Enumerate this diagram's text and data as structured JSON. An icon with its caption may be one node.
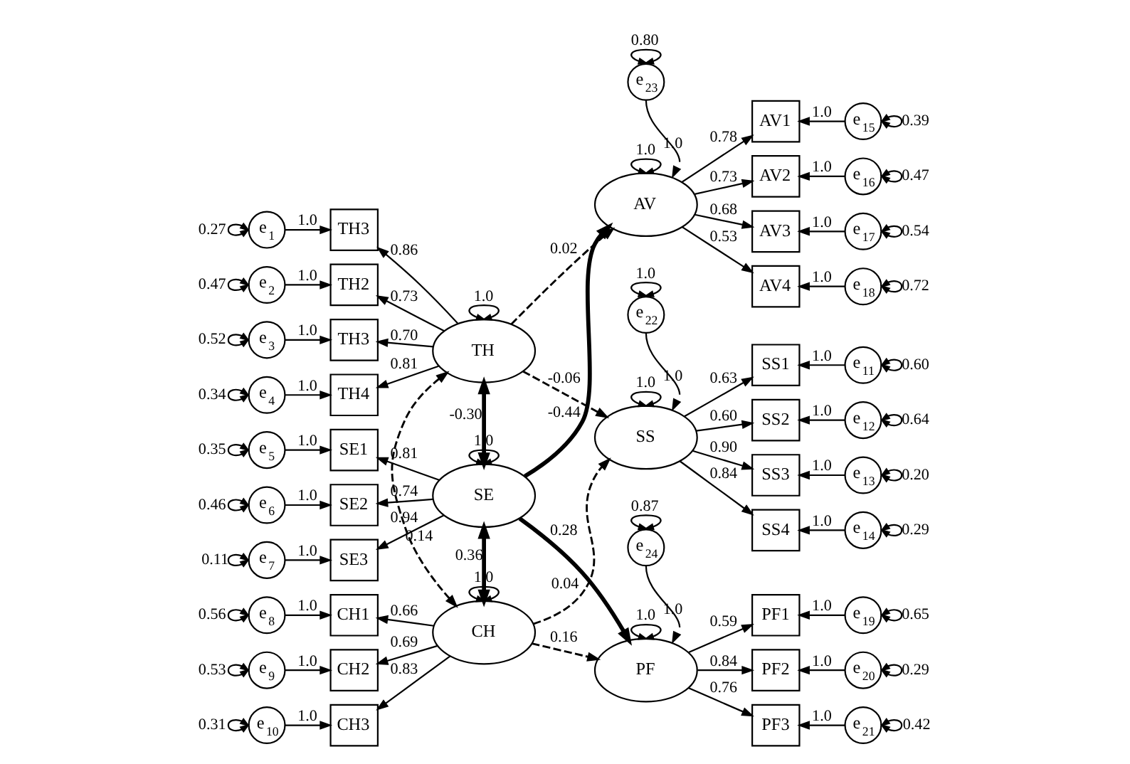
{
  "diagram": {
    "nodes": [
      {
        "text": [
          "e$_{1}$"
        ]
      },
      {
        "text": [
          "e$_{2}$"
        ]
      },
      {
        "text": [
          "e$_{3}$"
        ]
      },
      {
        "text": [
          "e$_{4}$"
        ]
      },
      {
        "text": [
          "e$_{5}$"
        ]
      },
      {
        "text": [
          "e$_{6}$"
        ]
      },
      {
        "text": [
          "e$_{7}$"
        ]
      },
      {
        "text": [
          "e$_{8}$"
        ]
      },
      {
        "text": [
          "e$_{9}$"
        ]
      },
      {
        "text": [
          "e$_{10}$"
        ]
      },
      {
        "text": [
          "TH3"
        ]
      },
      {
        "text": [
          "TH2"
        ]
      },
      {
        "text": [
          "TH3"
        ]
      },
      {
        "text": [
          "TH4"
        ]
      },
      {
        "text": [
          "SE1"
        ]
      },
      {
        "text": [
          "SE2"
        ]
      },
      {
        "text": [
          "SE3"
        ]
      },
      {
        "text": [
          "CH1"
        ]
      },
      {
        "text": [
          "CH2"
        ]
      },
      {
        "text": [
          "CH3"
        ]
      },
      {
        "text": [
          "TH"
        ]
      },
      {
        "text": [
          "SE"
        ]
      },
      {
        "text": [
          "CH"
        ]
      },
      {
        "text": [
          "e$_{22}$"
        ]
      },
      {
        "text": [
          "e$_{23}$"
        ]
      },
      {
        "text": [
          "e$_{24}$"
        ]
      },
      {
        "text": [
          "SS"
        ]
      },
      {
        "text": [
          "AV"
        ]
      },
      {
        "text": [
          "PF"
        ]
      },
      {
        "text": [
          "SS1"
        ]
      },
      {
        "text": [
          "SS2"
        ]
      },
      {
        "text": [
          "SS3"
        ]
      },
      {
        "text": [
          "SS4"
        ]
      },
      {
        "text": [
          "AV1"
        ]
      },
      {
        "text": [
          "AV2"
        ]
      },
      {
        "text": [
          "AV3"
        ]
      },
      {
        "text": [
          "AV4"
        ]
      },
      {
        "text": [
          "PF1"
        ]
      },
      {
        "text": [
          "PF2"
        ]
      },
      {
        "text": [
          "PF3"
        ]
      },
      {
        "text": [
          "e$_{11}$"
        ]
      },
      {
        "text": [
          "e$_{12}$"
        ]
      },
      {
        "text": [
          "e$_{13}$"
        ]
      },
      {
        "text": [
          "e$_{14}$"
        ]
      },
      {
        "text": [
          "e$_{15}$"
        ]
      },
      {
        "text": [
          "e$_{16}$"
        ]
      },
      {
        "text": [
          "e$_{17}$"
        ]
      },
      {
        "text": [
          "e$_{18}$"
        ]
      },
      {
        "text": [
          "e$_{19}$"
        ]
      },
      {
        "text": [
          "e$_{20}$"
        ]
      },
      {
        "text": [
          "e$_{21}$"
        ]
      }
    ],
    "edges": [
      {
        "from": 0,
        "to": 0,
        "arrow": "both",
        "label": "0.27"
      },
      {
        "from": 0,
        "to": 10,
        "arrow": "to",
        "label": "1.0"
      },
      {
        "from": 1,
        "to": 1,
        "arrow": "both",
        "label": "0.47"
      },
      {
        "from": 1,
        "to": 11,
        "arrow": "to",
        "label": "1.0"
      },
      {
        "from": 2,
        "to": 2,
        "arrow": "both",
        "label": "0.52"
      },
      {
        "from": 2,
        "to": 12,
        "arrow": "to",
        "label": "1.0"
      },
      {
        "from": 3,
        "to": 3,
        "arrow": "both",
        "label": "0.34"
      },
      {
        "from": 3,
        "to": 13,
        "arrow": "to",
        "label": "1.0"
      },
      {
        "from": 4,
        "to": 4,
        "arrow": "both",
        "label": "0.35"
      },
      {
        "from": 4,
        "to": 14,
        "arrow": "to",
        "label": "1.0"
      },
      {
        "from": 5,
        "to": 5,
        "arrow": "both",
        "label": "0.46"
      },
      {
        "from": 5,
        "to": 15,
        "arrow": "to",
        "label": "1.0"
      },
      {
        "from": 6,
        "to": 6,
        "arrow": "both",
        "label": "0.11"
      },
      {
        "from": 6,
        "to": 16,
        "arrow": "to",
        "label": "1.0"
      },
      {
        "from": 7,
        "to": 7,
        "arrow": "both",
        "label": "0.56"
      },
      {
        "from": 7,
        "to": 17,
        "arrow": "to",
        "label": "1.0"
      },
      {
        "from": 8,
        "to": 8,
        "arrow": "both",
        "label": "0.53"
      },
      {
        "from": 8,
        "to": 18,
        "arrow": "to",
        "label": "1.0"
      },
      {
        "from": 9,
        "to": 9,
        "arrow": "both",
        "label": "0.31"
      },
      {
        "from": 9,
        "to": 19,
        "arrow": "to",
        "label": "1.0"
      },
      {
        "from": 20,
        "to": 10,
        "arrow": "to",
        "label": "0.86"
      },
      {
        "from": 20,
        "to": 11,
        "arrow": "to",
        "label": "0.73"
      },
      {
        "from": 20,
        "to": 12,
        "arrow": "to",
        "label": "0.70"
      },
      {
        "from": 20,
        "to": 13,
        "arrow": "to",
        "label": "0.81"
      },
      {
        "from": 21,
        "to": 14,
        "arrow": "to",
        "label": "0.81"
      },
      {
        "from": 21,
        "to": 15,
        "arrow": "to",
        "label": "0.74"
      },
      {
        "from": 21,
        "to": 16,
        "arrow": "to",
        "label": "0.94"
      },
      {
        "from": 22,
        "to": 17,
        "arrow": "to",
        "label": "0.66"
      },
      {
        "from": 22,
        "to": 18,
        "arrow": "to",
        "label": "0.69"
      },
      {
        "from": 22,
        "to": 19,
        "arrow": "to",
        "label": "0.83"
      },
      {
        "from": 20,
        "to": 20,
        "arrow": "both",
        "label": "1.0"
      },
      {
        "from": 21,
        "to": 21,
        "arrow": "both",
        "label": "1.0"
      },
      {
        "from": 22,
        "to": 22,
        "arrow": "both",
        "label": "1.0"
      },
      {
        "from": 20,
        "to": 21,
        "arrow": "both",
        "label": "-0.30",
        "style": "thick"
      },
      {
        "from": 20,
        "to": 22,
        "arrow": "both",
        "label": "0.14",
        "style": "dashed"
      },
      {
        "from": 21,
        "to": 22,
        "arrow": "both",
        "label": "0.36",
        "style": "thick"
      },
      {
        "from": 20,
        "to": 26,
        "arrow": "to",
        "label": "-0.06",
        "style": "dashed"
      },
      {
        "from": 20,
        "to": 27,
        "arrow": "to",
        "label": "0.02",
        "style": "dashed"
      },
      {
        "from": 22,
        "to": 26,
        "arrow": "to",
        "label": "0.04",
        "style": "dashed"
      },
      {
        "from": 21,
        "to": 27,
        "arrow": "to",
        "label": "-0.44",
        "style": "thick"
      },
      {
        "from": 21,
        "to": 28,
        "arrow": "to",
        "label": "0.28",
        "style": "thick"
      },
      {
        "from": 22,
        "to": 28,
        "arrow": "to",
        "label": "0.16",
        "style": "dashed"
      },
      {
        "from": 23,
        "to": 23,
        "arrow": "both",
        "label": "1.0"
      },
      {
        "from": 23,
        "to": 26,
        "arrow": "to",
        "label": "1.0"
      },
      {
        "from": 24,
        "to": 24,
        "arrow": "both",
        "label": "0.80"
      },
      {
        "from": 24,
        "to": 27,
        "arrow": "to",
        "label": "1.0"
      },
      {
        "from": 25,
        "to": 25,
        "arrow": "both",
        "label": "0.87"
      },
      {
        "from": 25,
        "to": 28,
        "arrow": "to",
        "label": "1.0"
      },
      {
        "from": 26,
        "to": 26,
        "arrow": "both",
        "label": "1.0"
      },
      {
        "from": 27,
        "to": 27,
        "arrow": "both",
        "label": "1.0"
      },
      {
        "from": 28,
        "to": 28,
        "arrow": "both",
        "label": "1.0"
      },
      {
        "from": 26,
        "to": 29,
        "arrow": "to",
        "label": "0.63"
      },
      {
        "from": 26,
        "to": 30,
        "arrow": "to",
        "label": "0.60"
      },
      {
        "from": 26,
        "to": 31,
        "arrow": "to",
        "label": "0.90"
      },
      {
        "from": 26,
        "to": 32,
        "arrow": "to",
        "label": "0.84"
      },
      {
        "from": 27,
        "to": 33,
        "arrow": "to",
        "label": "0.78"
      },
      {
        "from": 27,
        "to": 34,
        "arrow": "to",
        "label": "0.73"
      },
      {
        "from": 27,
        "to": 35,
        "arrow": "to",
        "label": "0.68"
      },
      {
        "from": 27,
        "to": 36,
        "arrow": "to",
        "label": "0.53"
      },
      {
        "from": 28,
        "to": 37,
        "arrow": "to",
        "label": "0.59"
      },
      {
        "from": 28,
        "to": 38,
        "arrow": "to",
        "label": "0.84"
      },
      {
        "from": 28,
        "to": 39,
        "arrow": "to",
        "label": "0.76"
      },
      {
        "from": 40,
        "to": 29,
        "arrow": "to",
        "label": "1.0"
      },
      {
        "from": 40,
        "to": 40,
        "arrow": "both",
        "label": "0.60"
      },
      {
        "from": 41,
        "to": 30,
        "arrow": "to",
        "label": "1.0"
      },
      {
        "from": 41,
        "to": 41,
        "arrow": "both",
        "label": "0.64"
      },
      {
        "from": 42,
        "to": 31,
        "arrow": "to",
        "label": "1.0"
      },
      {
        "from": 42,
        "to": 42,
        "arrow": "both",
        "label": "0.20"
      },
      {
        "from": 43,
        "to": 32,
        "arrow": "to",
        "label": "1.0"
      },
      {
        "from": 43,
        "to": 43,
        "arrow": "both",
        "label": "0.29"
      },
      {
        "from": 44,
        "to": 33,
        "arrow": "to",
        "label": "1.0"
      },
      {
        "from": 44,
        "to": 44,
        "arrow": "both",
        "label": "0.39"
      },
      {
        "from": 45,
        "to": 34,
        "arrow": "to",
        "label": "1.0"
      },
      {
        "from": 45,
        "to": 45,
        "arrow": "both",
        "label": "0.47"
      },
      {
        "from": 46,
        "to": 35,
        "arrow": "to",
        "label": "1.0"
      },
      {
        "from": 46,
        "to": 46,
        "arrow": "both",
        "label": "0.54"
      },
      {
        "from": 47,
        "to": 36,
        "arrow": "to",
        "label": "1.0"
      },
      {
        "from": 47,
        "to": 47,
        "arrow": "both",
        "label": "0.72"
      },
      {
        "from": 48,
        "to": 37,
        "arrow": "to",
        "label": "1.0"
      },
      {
        "from": 48,
        "to": 48,
        "arrow": "both",
        "label": "0.65"
      },
      {
        "from": 49,
        "to": 38,
        "arrow": "to",
        "label": "1.0"
      },
      {
        "from": 49,
        "to": 49,
        "arrow": "both",
        "label": "0.29"
      },
      {
        "from": 50,
        "to": 39,
        "arrow": "to",
        "label": "1.0"
      },
      {
        "from": 50,
        "to": 50,
        "arrow": "both",
        "label": "0.42"
      }
    ]
  }
}
